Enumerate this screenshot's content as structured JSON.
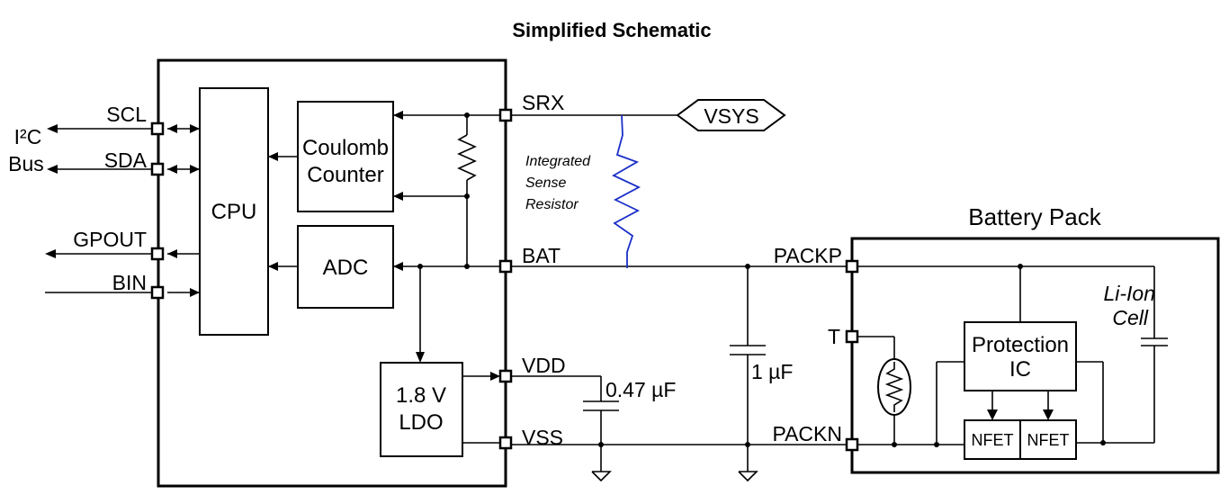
{
  "title": "Simplified Schematic",
  "ic_pins": {
    "scl": "SCL",
    "sda": "SDA",
    "gpout": "GPOUT",
    "bin": "BIN",
    "srx": "SRX",
    "bat": "BAT",
    "vdd": "VDD",
    "vss": "VSS"
  },
  "i2c_bus": {
    "line1": "I²C",
    "line2": "Bus"
  },
  "blocks": {
    "cpu": "CPU",
    "coulomb_line1": "Coulomb",
    "coulomb_line2": "Counter",
    "adc": "ADC",
    "ldo_line1": "1.8 V",
    "ldo_line2": "LDO"
  },
  "vsys": "VSYS",
  "sense_resistor": {
    "line1": "Integrated",
    "line2": "Sense",
    "line3": "Resistor"
  },
  "capacitors": {
    "vdd_cap": "0.47 µF",
    "bat_cap": "1 µF"
  },
  "battery_pack": {
    "title": "Battery Pack",
    "packp": "PACKP",
    "t_pin": "T",
    "packn": "PACKN",
    "protection_line1": "Protection",
    "protection_line2": "IC",
    "nfet1": "NFET",
    "nfet2": "NFET",
    "cell_line1": "Li-Ion",
    "cell_line2": "Cell"
  },
  "colors": {
    "annotation_resistor": "#1a2fc8",
    "wire": "#000000"
  }
}
